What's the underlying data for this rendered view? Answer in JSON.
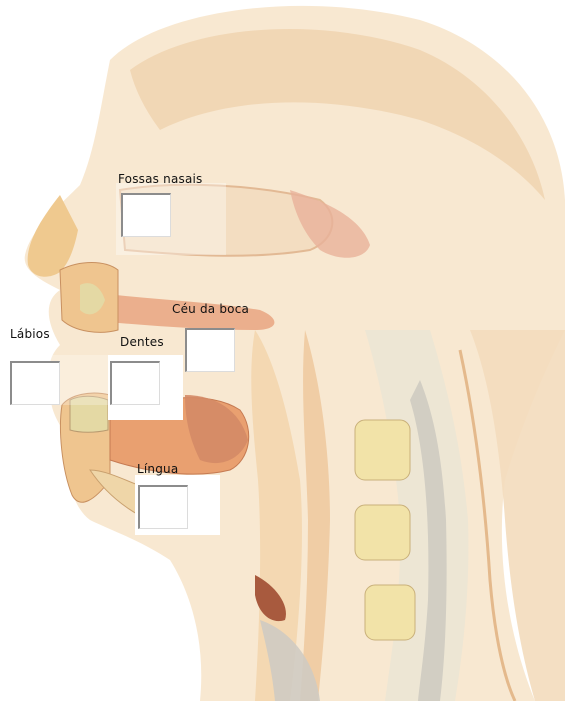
{
  "labels": {
    "nasal": "Fossas nasais",
    "palate": "Céu da boca",
    "lips": "Lábios",
    "teeth": "Dentes",
    "tongue": "Língua"
  },
  "colors": {
    "skin": "#f3d2a4",
    "bone": "#f6e6b4",
    "tissue": "#e7a07a",
    "dark_tissue": "#b7603e",
    "vertebra_gray": "#c6c3bc",
    "outline": "#d8b890"
  }
}
